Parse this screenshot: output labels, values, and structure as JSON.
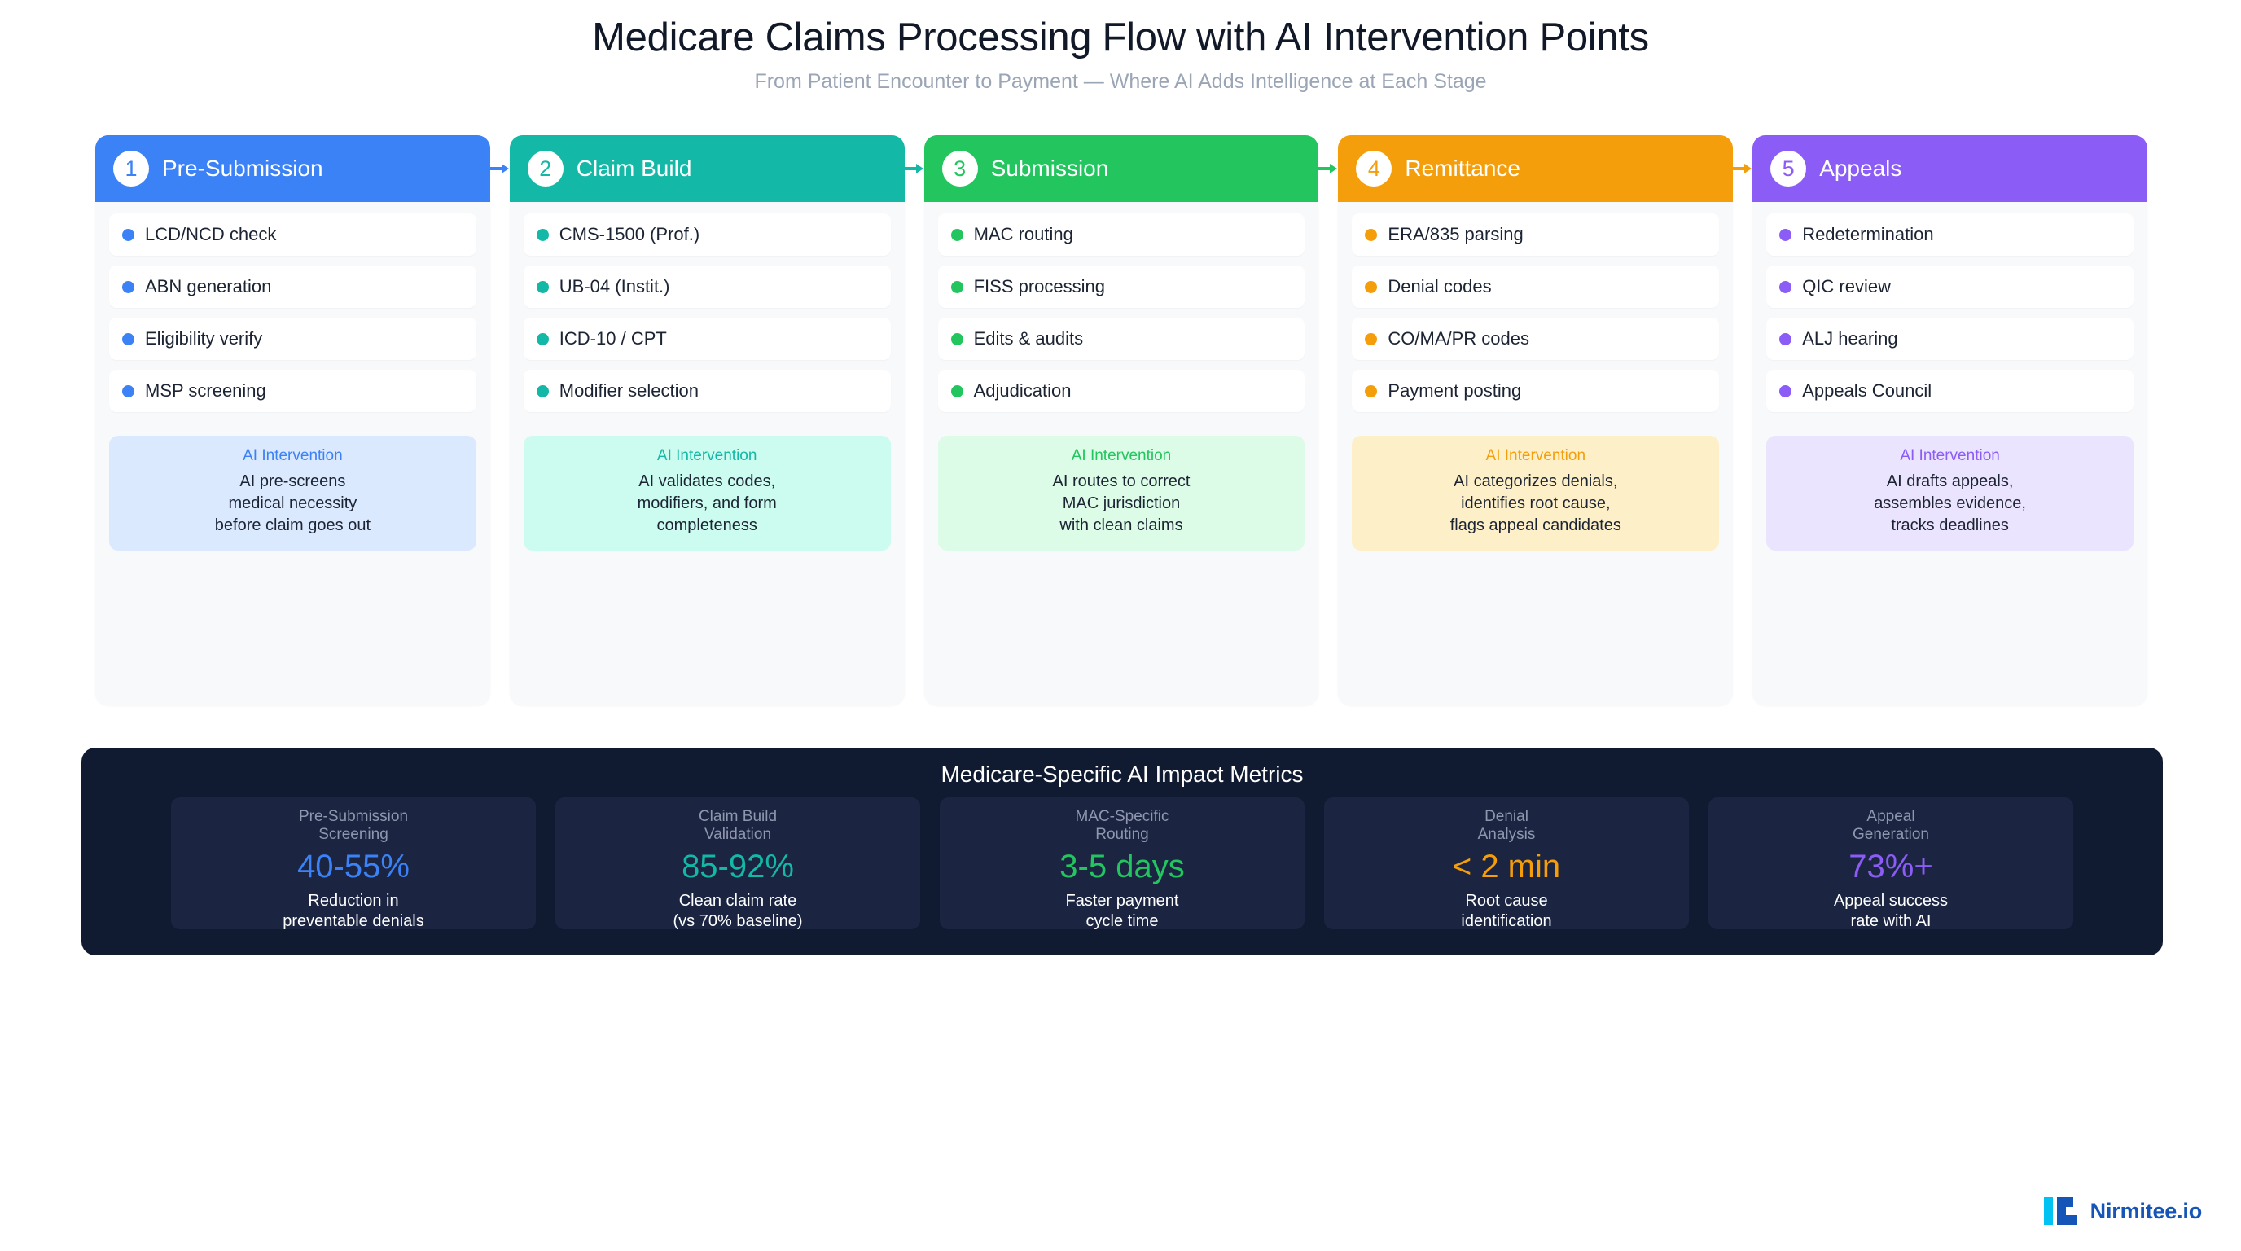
{
  "header": {
    "title": "Medicare Claims Processing Flow with AI Intervention Points",
    "subtitle": "From Patient Encounter to Payment — Where AI Adds Intelligence at Each Stage"
  },
  "ai_label": "AI Intervention",
  "stages": [
    {
      "number": "1",
      "title": "Pre-Submission",
      "color": "#3b82f6",
      "ai_bg": "#dbe9fe",
      "ai_text_color": "#3b82f6",
      "items": [
        "LCD/NCD check",
        "ABN generation",
        "Eligibility verify",
        "MSP screening"
      ],
      "ai_desc": "AI pre-screens\nmedical necessity\nbefore claim goes out"
    },
    {
      "number": "2",
      "title": "Claim Build",
      "color": "#14b8a6",
      "ai_bg": "#ccfbef",
      "ai_text_color": "#14b8a6",
      "items": [
        "CMS-1500 (Prof.)",
        "UB-04 (Instit.)",
        "ICD-10 / CPT",
        "Modifier selection"
      ],
      "ai_desc": "AI validates codes,\nmodifiers, and form\ncompleteness"
    },
    {
      "number": "3",
      "title": "Submission",
      "color": "#22c55e",
      "ai_bg": "#dcfce7",
      "ai_text_color": "#22c55e",
      "items": [
        "MAC routing",
        "FISS processing",
        "Edits & audits",
        "Adjudication"
      ],
      "ai_desc": "AI routes to correct\nMAC jurisdiction\nwith clean claims"
    },
    {
      "number": "4",
      "title": "Remittance",
      "color": "#f59e0b",
      "ai_bg": "#fdf0c8",
      "ai_text_color": "#f59e0b",
      "items": [
        "ERA/835 parsing",
        "Denial codes",
        "CO/MA/PR codes",
        "Payment posting"
      ],
      "ai_desc": "AI categorizes denials,\nidentifies root cause,\nflags appeal candidates"
    },
    {
      "number": "5",
      "title": "Appeals",
      "color": "#8b5cf6",
      "ai_bg": "#ebe4fe",
      "ai_text_color": "#8b5cf6",
      "items": [
        "Redetermination",
        "QIC review",
        "ALJ hearing",
        "Appeals Council"
      ],
      "ai_desc": "AI drafts appeals,\nassembles evidence,\ntracks deadlines"
    }
  ],
  "metrics": {
    "title": "Medicare-Specific AI Impact Metrics",
    "cards": [
      {
        "label": "Pre-Submission\nScreening",
        "value": "40-55%",
        "value_color": "#3b82f6",
        "sub": "Reduction in\npreventable denials"
      },
      {
        "label": "Claim Build\nValidation",
        "value": "85-92%",
        "value_color": "#14b8a6",
        "sub": "Clean claim rate\n(vs 70% baseline)"
      },
      {
        "label": "MAC-Specific\nRouting",
        "value": "3-5 days",
        "value_color": "#22c55e",
        "sub": "Faster payment\ncycle time"
      },
      {
        "label": "Denial\nAnalysis",
        "value": "< 2 min",
        "value_color": "#f59e0b",
        "sub": "Root cause\nidentification"
      },
      {
        "label": "Appeal\nGeneration",
        "value": "73%+",
        "value_color": "#8b5cf6",
        "sub": "Appeal success\nrate with AI"
      }
    ]
  },
  "logo": {
    "text": "Nirmitee.io",
    "mark_light": "#00c2f3",
    "mark_dark": "#1655b8"
  }
}
